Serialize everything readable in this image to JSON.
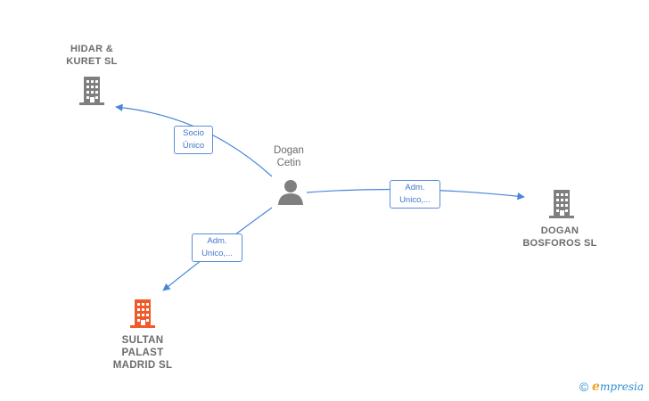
{
  "nodes": {
    "hidar": {
      "label": "HIDAR &\nKURET  SL",
      "type": "company",
      "color": "#7f7f7f"
    },
    "dogan_cetin": {
      "label": "Dogan\nCetin",
      "type": "person",
      "color": "#7f7f7f"
    },
    "dogan_bosforos": {
      "label": "DOGAN\nBOSFOROS SL",
      "type": "company",
      "color": "#7f7f7f"
    },
    "sultan": {
      "label": "SULTAN\nPALAST\nMADRID  SL",
      "type": "company",
      "color": "#f05a2a"
    }
  },
  "edges": {
    "to_hidar": {
      "label": "Socio\nÚnico"
    },
    "to_bosforos": {
      "label": "Adm.\nUnico,..."
    },
    "to_sultan": {
      "label": "Adm.\nUnico,..."
    }
  },
  "colors": {
    "edge": "#4a86d8",
    "edge_label_text": "#3f76c9"
  },
  "footer": {
    "copyright_symbol": "©",
    "brand_first": "e",
    "brand_rest": "mpresia"
  }
}
